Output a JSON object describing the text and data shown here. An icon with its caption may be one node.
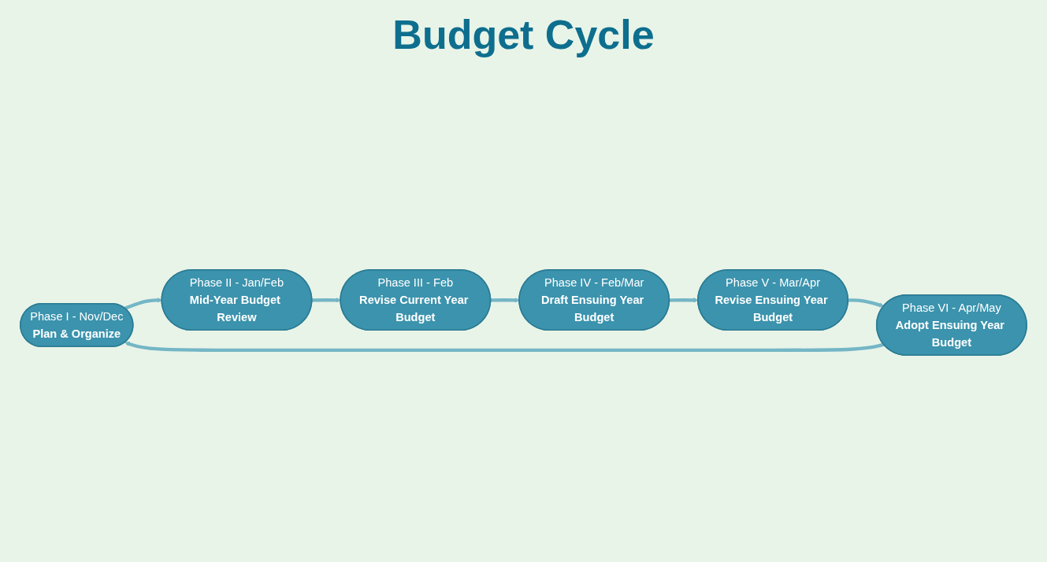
{
  "diagram": {
    "title": "Budget Cycle",
    "nodes": [
      {
        "text": [
          "Phase I - Nov/Dec",
          "Plan & Organize"
        ]
      },
      {
        "text": [
          "Phase II - Jan/Feb",
          "Mid-Year Budget Review"
        ]
      },
      {
        "text": [
          "Phase III - Feb",
          "Revise Current Year Budget"
        ]
      },
      {
        "text": [
          "Phase IV - Feb/Mar",
          "Draft Ensuing Year Budget"
        ]
      },
      {
        "text": [
          "Phase V - Mar/Apr",
          "Revise Ensuing Year Budget"
        ]
      },
      {
        "text": [
          "Phase VI - Apr/May",
          "Adopt Ensuing Year Budget"
        ]
      }
    ],
    "edges": [
      {
        "from": 0,
        "to": 1,
        "arrow": "to"
      },
      {
        "from": 1,
        "to": 2,
        "arrow": "to"
      },
      {
        "from": 2,
        "to": 3,
        "arrow": "to"
      },
      {
        "from": 3,
        "to": 4,
        "arrow": "to"
      },
      {
        "from": 4,
        "to": 5,
        "arrow": "to"
      },
      {
        "from": 5,
        "to": 0,
        "arrow": "to"
      }
    ]
  }
}
